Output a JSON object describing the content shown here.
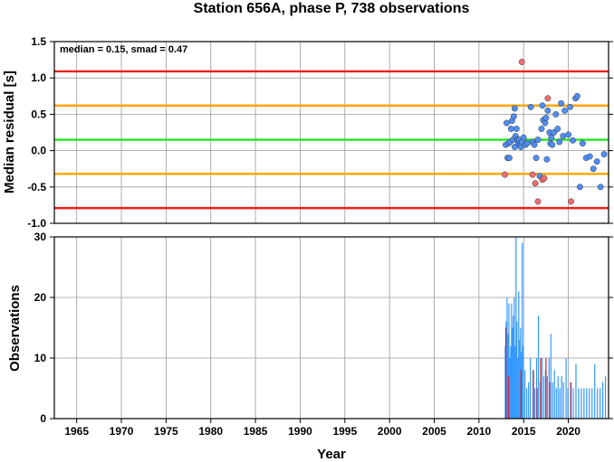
{
  "chart_data": [
    {
      "type": "scatter",
      "title": "Station 656A, phase P, 738 observations",
      "xlabel": "",
      "ylabel": "Median residual [s]",
      "xlim": [
        1962.5,
        2024.5
      ],
      "ylim": [
        -1.0,
        1.5
      ],
      "yticks": [
        "-1.0",
        "-0.5",
        "0.0",
        "0.5",
        "1.0",
        "1.5"
      ],
      "grid": true,
      "annotation": "median = 0.15, smad = 0.47",
      "reference_lines": [
        {
          "y": 1.09,
          "color": "#e8201a"
        },
        {
          "y": 0.62,
          "color": "#ffa500"
        },
        {
          "y": 0.15,
          "color": "#22e622"
        },
        {
          "y": -0.32,
          "color": "#ffa500"
        },
        {
          "y": -0.79,
          "color": "#e8201a"
        }
      ],
      "series": [
        {
          "color": "#4f8ef7",
          "points": [
            [
              2013.0,
              0.08
            ],
            [
              2013.1,
              0.38
            ],
            [
              2013.2,
              -0.1
            ],
            [
              2013.3,
              0.1
            ],
            [
              2013.4,
              -0.1
            ],
            [
              2013.5,
              0.12
            ],
            [
              2013.6,
              0.3
            ],
            [
              2013.7,
              0.41
            ],
            [
              2013.8,
              0.15
            ],
            [
              2013.9,
              0.47
            ],
            [
              2014.0,
              0.58
            ],
            [
              2014.0,
              0.05
            ],
            [
              2014.1,
              0.2
            ],
            [
              2014.2,
              0.3
            ],
            [
              2014.3,
              0.15
            ],
            [
              2014.4,
              0.1
            ],
            [
              2014.5,
              0.15
            ],
            [
              2014.6,
              0.08
            ],
            [
              2014.7,
              0.05
            ],
            [
              2014.8,
              0.12
            ],
            [
              2015.0,
              0.18
            ],
            [
              2015.2,
              0.08
            ],
            [
              2015.4,
              0.1
            ],
            [
              2015.8,
              0.6
            ],
            [
              2016.0,
              0.12
            ],
            [
              2016.2,
              0.08
            ],
            [
              2016.4,
              -0.1
            ],
            [
              2016.6,
              0.15
            ],
            [
              2016.8,
              -0.35
            ],
            [
              2017.0,
              0.3
            ],
            [
              2017.1,
              0.62
            ],
            [
              2017.2,
              0.42
            ],
            [
              2017.4,
              0.38
            ],
            [
              2017.5,
              0.45
            ],
            [
              2017.6,
              -0.12
            ],
            [
              2017.7,
              0.55
            ],
            [
              2017.9,
              0.25
            ],
            [
              2018.0,
              0.1
            ],
            [
              2018.1,
              0.18
            ],
            [
              2018.2,
              0.08
            ],
            [
              2018.4,
              0.25
            ],
            [
              2018.6,
              0.5
            ],
            [
              2018.8,
              0.3
            ],
            [
              2019.0,
              0.12
            ],
            [
              2019.2,
              0.65
            ],
            [
              2019.4,
              0.2
            ],
            [
              2019.6,
              0.55
            ],
            [
              2020.0,
              0.22
            ],
            [
              2020.2,
              0.6
            ],
            [
              2020.5,
              0.14
            ],
            [
              2020.8,
              0.72
            ],
            [
              2021.0,
              0.75
            ],
            [
              2021.3,
              -0.5
            ],
            [
              2021.6,
              0.1
            ],
            [
              2022.0,
              -0.1
            ],
            [
              2022.4,
              -0.08
            ],
            [
              2022.8,
              -0.25
            ],
            [
              2023.2,
              -0.15
            ],
            [
              2023.6,
              -0.5
            ],
            [
              2024.0,
              -0.05
            ]
          ]
        },
        {
          "color": "#f26d6d",
          "points": [
            [
              2012.9,
              -0.33
            ],
            [
              2014.8,
              1.22
            ],
            [
              2016.0,
              -0.33
            ],
            [
              2016.3,
              -0.45
            ],
            [
              2016.6,
              -0.7
            ],
            [
              2017.1,
              -0.4
            ],
            [
              2017.3,
              -0.38
            ],
            [
              2017.7,
              0.72
            ],
            [
              2020.3,
              -0.7
            ]
          ]
        }
      ]
    },
    {
      "type": "bar",
      "title": "",
      "xlabel": "Year",
      "ylabel": "Observations",
      "xlim": [
        1962.5,
        2024.5
      ],
      "ylim": [
        0,
        30
      ],
      "yticks": [
        "0",
        "10",
        "20",
        "30"
      ],
      "xticks": [
        "1965",
        "1970",
        "1975",
        "1980",
        "1985",
        "1990",
        "1995",
        "2000",
        "2005",
        "2010",
        "2015",
        "2020"
      ],
      "grid": true,
      "series": [
        {
          "color": "#3399ff",
          "bars": [
            [
              2012.95,
              12
            ],
            [
              2013.05,
              16
            ],
            [
              2013.15,
              20
            ],
            [
              2013.25,
              14
            ],
            [
              2013.35,
              19
            ],
            [
              2013.45,
              10
            ],
            [
              2013.55,
              12
            ],
            [
              2013.65,
              19
            ],
            [
              2013.75,
              15
            ],
            [
              2013.85,
              17
            ],
            [
              2013.95,
              20
            ],
            [
              2014.05,
              12
            ],
            [
              2014.15,
              30
            ],
            [
              2014.25,
              16
            ],
            [
              2014.35,
              10
            ],
            [
              2014.45,
              21
            ],
            [
              2014.55,
              13
            ],
            [
              2014.65,
              15
            ],
            [
              2014.75,
              11
            ],
            [
              2014.85,
              29
            ],
            [
              2014.95,
              12
            ],
            [
              2015.15,
              8
            ],
            [
              2015.35,
              5
            ],
            [
              2015.55,
              6
            ],
            [
              2015.75,
              10
            ],
            [
              2016.05,
              8
            ],
            [
              2016.25,
              5
            ],
            [
              2016.45,
              10
            ],
            [
              2016.65,
              17
            ],
            [
              2016.85,
              6
            ],
            [
              2017.05,
              10
            ],
            [
              2017.25,
              7
            ],
            [
              2017.45,
              8
            ],
            [
              2017.65,
              7
            ],
            [
              2017.85,
              10
            ],
            [
              2018.05,
              14
            ],
            [
              2018.25,
              6
            ],
            [
              2018.45,
              8
            ],
            [
              2018.65,
              5
            ],
            [
              2018.85,
              7
            ],
            [
              2019.05,
              5
            ],
            [
              2019.25,
              7
            ],
            [
              2019.45,
              6
            ],
            [
              2019.75,
              10
            ],
            [
              2019.95,
              5
            ],
            [
              2020.25,
              6
            ],
            [
              2020.55,
              5
            ],
            [
              2020.85,
              9
            ],
            [
              2021.15,
              5
            ],
            [
              2021.45,
              5
            ],
            [
              2021.75,
              5
            ],
            [
              2022.05,
              5
            ],
            [
              2022.35,
              5
            ],
            [
              2022.65,
              5
            ],
            [
              2022.95,
              9
            ],
            [
              2023.25,
              5
            ],
            [
              2023.55,
              5
            ],
            [
              2023.85,
              6
            ],
            [
              2024.15,
              7
            ]
          ]
        },
        {
          "color": "#cc2233",
          "bars": [
            [
              2013.0,
              15
            ],
            [
              2013.3,
              7
            ],
            [
              2014.7,
              8
            ],
            [
              2016.1,
              8
            ],
            [
              2016.5,
              5
            ],
            [
              2016.9,
              10
            ],
            [
              2017.5,
              10
            ],
            [
              2017.9,
              6
            ],
            [
              2020.3,
              6
            ]
          ]
        }
      ]
    }
  ]
}
